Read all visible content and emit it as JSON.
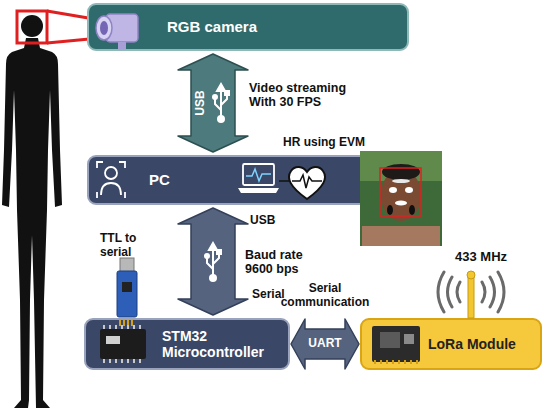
{
  "diagram": {
    "nodes": [
      {
        "text": [
          "RGB camera"
        ]
      },
      {
        "text": [
          "PC"
        ]
      },
      {
        "text": [
          "STM32 Microcontroller"
        ]
      },
      {
        "text": [
          "LoRa Module"
        ]
      }
    ],
    "edges": [
      {
        "from": 0,
        "to": 1,
        "arrow": "both",
        "label": "Video streaming With 30 FPS"
      },
      {
        "from": 1,
        "to": 2,
        "arrow": "both",
        "label": "Baud rate 9600 bps"
      },
      {
        "from": 2,
        "to": 3,
        "arrow": "both",
        "label": "UART"
      }
    ],
    "labels": [
      "USB",
      "HR using EVM",
      "TTL to serial",
      "USB",
      "Serial",
      "Serial communication",
      "433 MHz"
    ]
  }
}
